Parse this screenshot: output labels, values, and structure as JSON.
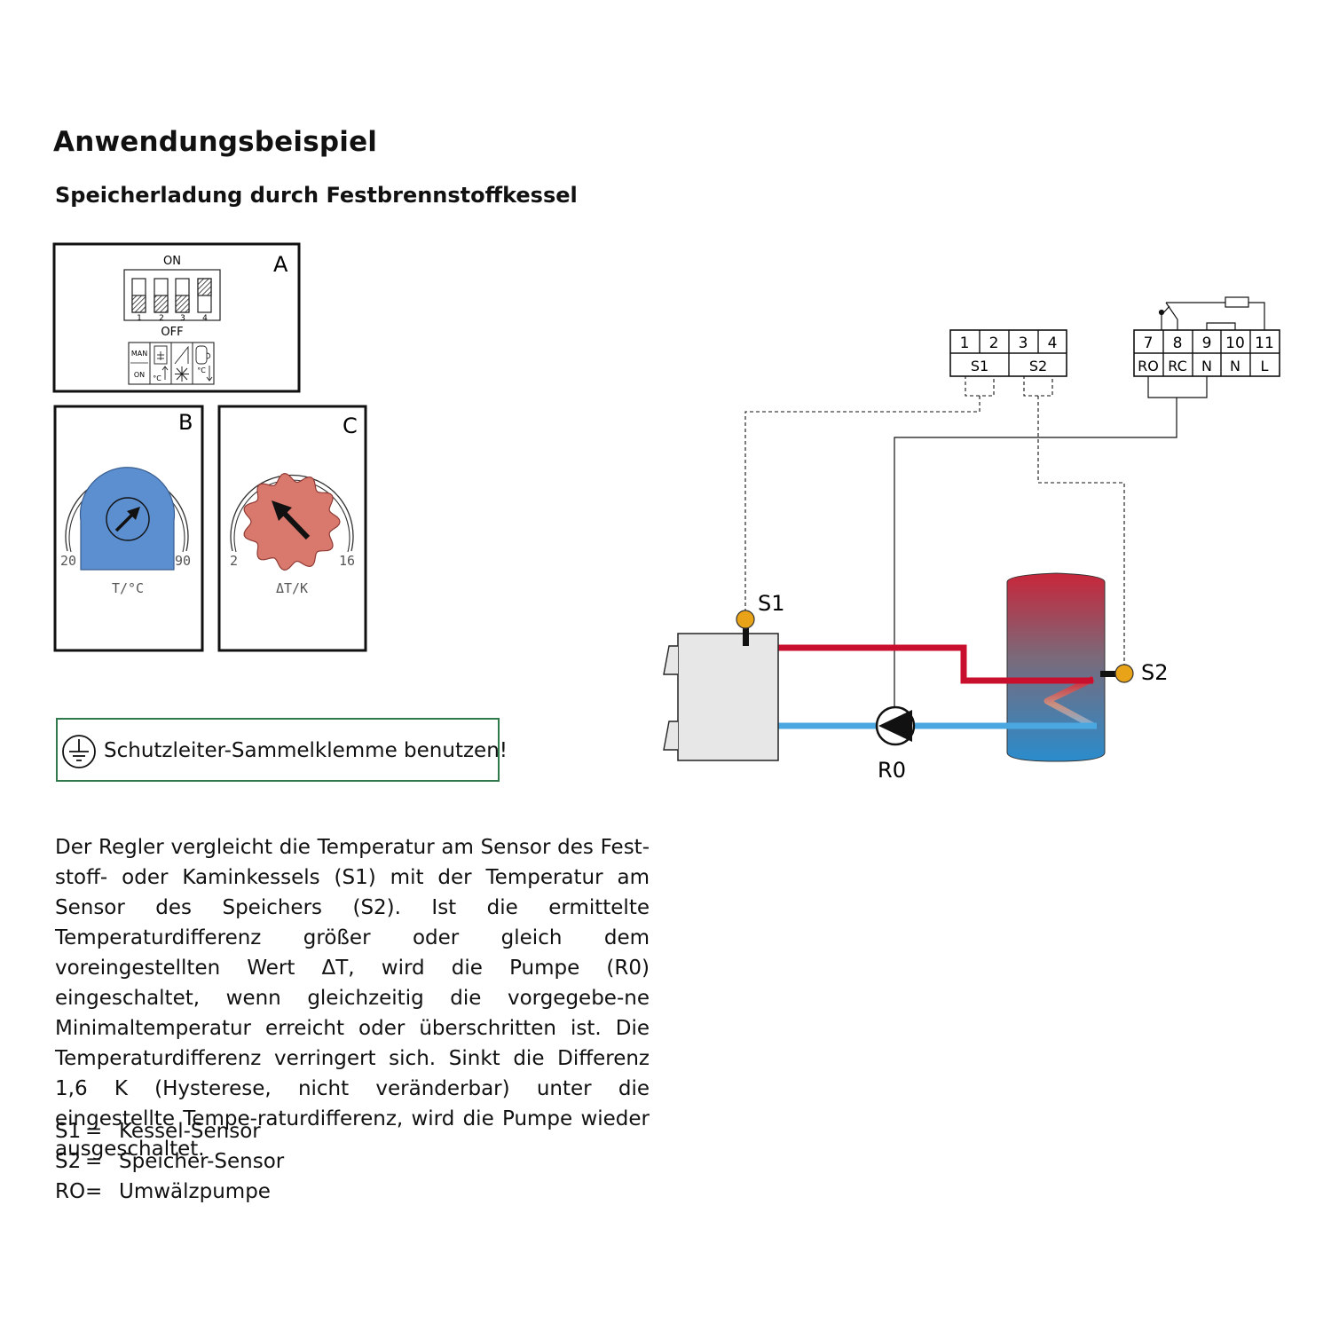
{
  "title": "Anwendungsbeispiel",
  "subtitle": "Speicherladung durch Festbrennstoffkessel",
  "panels": {
    "a": {
      "letter": "A",
      "on_label": "ON",
      "off_label": "OFF",
      "switch_numbers": [
        "1",
        "2",
        "3",
        "4"
      ],
      "mode_labels": [
        "MAN",
        "ON",
        "°C",
        "°C"
      ]
    },
    "b": {
      "letter": "B",
      "min": "20",
      "max": "90",
      "unit": "T/°C",
      "knob_color": "#5b8fd0"
    },
    "c": {
      "letter": "C",
      "min": "2",
      "max": "16",
      "unit": "ΔT/K",
      "knob_color": "#d9796d"
    }
  },
  "note": {
    "text": "Schutzleiter-Sammelklemme benutzen!",
    "icon": "protective-earth-icon"
  },
  "terminals_sensor": {
    "numbers": [
      "1",
      "2",
      "3",
      "4"
    ],
    "labels": [
      "S1",
      "S2"
    ]
  },
  "terminals_power": {
    "numbers": [
      "7",
      "8",
      "9",
      "10",
      "11"
    ],
    "labels": [
      "RO",
      "RC",
      "N",
      "N",
      "L"
    ]
  },
  "diagram_labels": {
    "sensor1": "S1",
    "sensor2": "S2",
    "pump": "R0"
  },
  "colors": {
    "hot": "#c8102e",
    "cold": "#4aa7e0",
    "sensor": "#e8a318",
    "boiler": "#e7e7e7"
  },
  "description": "Der Regler vergleicht die Temperatur am Sensor des Fest-stoff- oder Kaminkessels (S1) mit der Temperatur am Sensor des Speichers (S2). Ist die ermittelte Temperaturdifferenz größer oder gleich dem voreingestellten Wert ΔT, wird die Pumpe (R0) eingeschaltet, wenn gleichzeitig die vorgegebe-ne Minimaltemperatur erreicht oder überschritten ist. Die Temperaturdifferenz verringert sich. Sinkt die Differenz 1,6 K (Hysterese, nicht veränderbar) unter die eingestellte Tempe-raturdifferenz, wird die Pumpe wieder ausgeschaltet.",
  "legend": [
    {
      "key": "S1",
      "eq": "=",
      "value": "Kessel-Sensor"
    },
    {
      "key": "S2",
      "eq": "=",
      "value": "Speicher-Sensor"
    },
    {
      "key": "RO",
      "eq": "=",
      "value": "Umwälzpumpe"
    }
  ]
}
